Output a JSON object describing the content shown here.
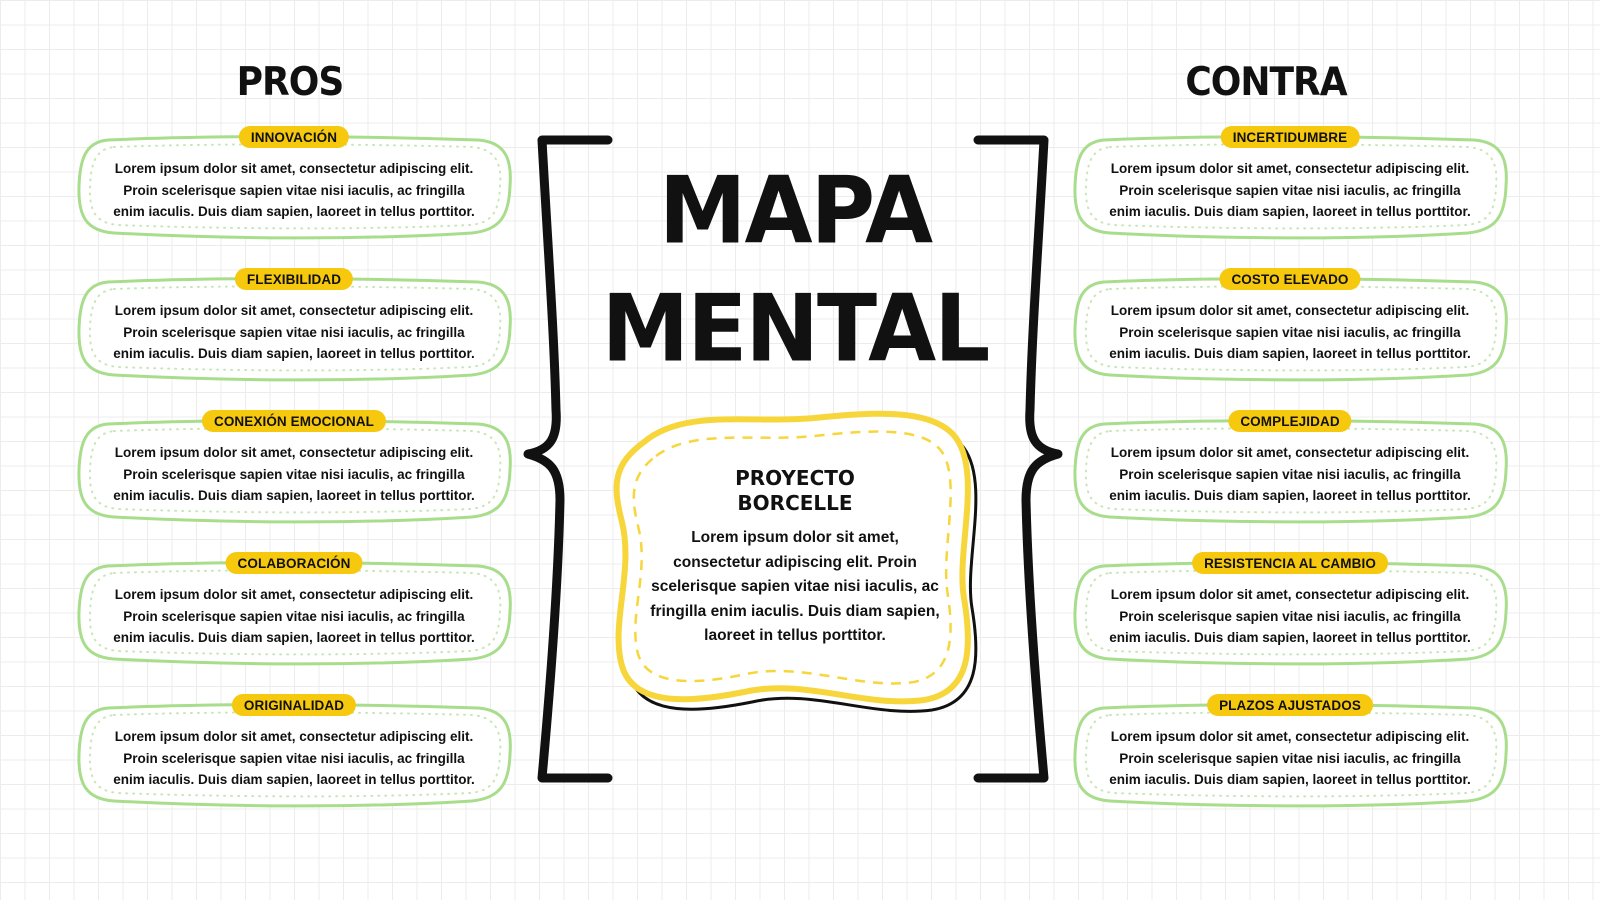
{
  "pros": {
    "heading": "PROS",
    "items": [
      {
        "label": "INNOVACIÓN",
        "text": "Lorem ipsum dolor sit amet, consectetur adipiscing elit. Proin scelerisque sapien vitae nisi iaculis, ac fringilla enim iaculis. Duis diam sapien, laoreet in tellus porttitor."
      },
      {
        "label": "FLEXIBILIDAD",
        "text": "Lorem ipsum dolor sit amet, consectetur adipiscing elit. Proin scelerisque sapien vitae nisi iaculis, ac fringilla enim iaculis. Duis diam sapien, laoreet in tellus porttitor."
      },
      {
        "label": "CONEXIÓN EMOCIONAL",
        "text": "Lorem ipsum dolor sit amet, consectetur adipiscing elit. Proin scelerisque sapien vitae nisi iaculis, ac fringilla enim iaculis. Duis diam sapien, laoreet in tellus porttitor."
      },
      {
        "label": "COLABORACIÓN",
        "text": "Lorem ipsum dolor sit amet, consectetur adipiscing elit. Proin scelerisque sapien vitae nisi iaculis, ac fringilla enim iaculis. Duis diam sapien, laoreet in tellus porttitor."
      },
      {
        "label": "ORIGINALIDAD",
        "text": "Lorem ipsum dolor sit amet, consectetur adipiscing elit. Proin scelerisque sapien vitae nisi iaculis, ac fringilla enim iaculis. Duis diam sapien, laoreet in tellus porttitor."
      }
    ]
  },
  "contra": {
    "heading": "CONTRA",
    "items": [
      {
        "label": "INCERTIDUMBRE",
        "text": "Lorem ipsum dolor sit amet, consectetur adipiscing elit. Proin scelerisque sapien vitae nisi iaculis, ac fringilla enim iaculis. Duis diam sapien, laoreet in tellus porttitor."
      },
      {
        "label": "COSTO ELEVADO",
        "text": "Lorem ipsum dolor sit amet, consectetur adipiscing elit. Proin scelerisque sapien vitae nisi iaculis, ac fringilla enim iaculis. Duis diam sapien, laoreet in tellus porttitor."
      },
      {
        "label": "COMPLEJIDAD",
        "text": "Lorem ipsum dolor sit amet, consectetur adipiscing elit. Proin scelerisque sapien vitae nisi iaculis, ac fringilla enim iaculis. Duis diam sapien, laoreet in tellus porttitor."
      },
      {
        "label": "RESISTENCIA AL CAMBIO",
        "text": "Lorem ipsum dolor sit amet, consectetur adipiscing elit. Proin scelerisque sapien vitae nisi iaculis, ac fringilla enim iaculis. Duis diam sapien, laoreet in tellus porttitor."
      },
      {
        "label": "PLAZOS AJUSTADOS",
        "text": "Lorem ipsum dolor sit amet, consectetur adipiscing elit. Proin scelerisque sapien vitae nisi iaculis, ac fringilla enim iaculis. Duis diam sapien, laoreet in tellus porttitor."
      }
    ]
  },
  "title": {
    "line1": "MAPA",
    "line2": "MENTAL"
  },
  "center": {
    "title": "PROYECTO\nBORCELLE",
    "text": "Lorem ipsum dolor sit amet, consectetur adipiscing elit. Proin scelerisque sapien vitae nisi iaculis, ac fringilla enim iaculis. Duis diam sapien, laoreet in tellus porttitor."
  },
  "colors": {
    "card_border": "#a8dd8c",
    "card_dots": "#c9e6b8",
    "tag_fill": "#f6c90e",
    "blob_border": "#f7d63c",
    "ink": "#111111"
  }
}
